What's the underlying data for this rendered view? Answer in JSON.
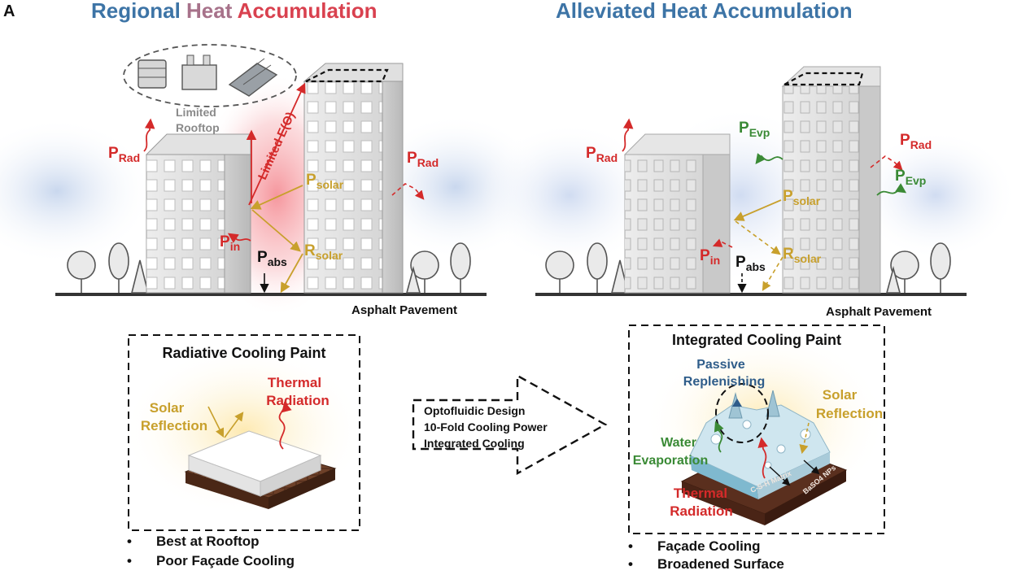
{
  "panel_letter": "A",
  "left": {
    "title": {
      "part1": "Regional ",
      "part2": "Heat ",
      "part3": "Accumulation"
    },
    "limited_rooftop": [
      "Limited",
      "Rooftop"
    ],
    "limited_e": "Limited E(Θ)",
    "p_rad_main": "P",
    "p_rad_sub": "Rad",
    "p_rad2_main": "P",
    "p_rad2_sub": "Rad",
    "p_solar_main": "P",
    "p_solar_sub": "solar",
    "r_solar_main": "R",
    "r_solar_sub": "solar",
    "p_in_main": "P",
    "p_in_sub": "in",
    "p_abs_main": "P",
    "p_abs_sub": "abs",
    "pavement": "Asphalt Pavement",
    "box_title": "Radiative Cooling Paint",
    "solar_reflection": [
      "Solar",
      "Reflection"
    ],
    "thermal_radiation": [
      "Thermal",
      "Radiation"
    ],
    "bullets": [
      "Best at Rooftop",
      "Poor Façade Cooling"
    ]
  },
  "arrow": {
    "lines": [
      "Optofluidic Design",
      "10-Fold Cooling Power",
      "Integrated Cooling"
    ]
  },
  "right": {
    "title": "Alleviated Heat Accumulation",
    "p_rad_main": "P",
    "p_rad_sub": "Rad",
    "p_rad2_main": "P",
    "p_rad2_sub": "Rad",
    "p_evp_main": "P",
    "p_evp_sub": "Evp",
    "p_evp2_main": "P",
    "p_evp2_sub": "Evp",
    "p_solar_main": "P",
    "p_solar_sub": "solar",
    "r_solar_main": "R",
    "r_solar_sub": "solar",
    "p_in_main": "P",
    "p_in_sub": "in",
    "p_abs_main": "P",
    "p_abs_sub": "abs",
    "pavement": "Asphalt Pavement",
    "box_title": "Integrated Cooling Paint",
    "passive": [
      "Passive",
      "Replenishing"
    ],
    "solar_reflection": [
      "Solar",
      "Reflection"
    ],
    "water_evaporation": [
      "Water",
      "Evaporation"
    ],
    "thermal_radiation": [
      "Thermal",
      "Radiation"
    ],
    "csh": "C-S-H Matrix",
    "baso4": "BaSO4 NPs",
    "bullets": [
      "Façade Cooling",
      "Broadened Surface"
    ]
  },
  "colors": {
    "title_blue": "#3d74a6",
    "heat_red": "#d9414f",
    "heat_mauve": "#a7728a",
    "rad_red": "#d42a2a",
    "solar_gold": "#c8a02c",
    "evp_green": "#3a8a35",
    "passive_blue": "#2f5d8a",
    "grey_text": "#8a8a8a"
  }
}
